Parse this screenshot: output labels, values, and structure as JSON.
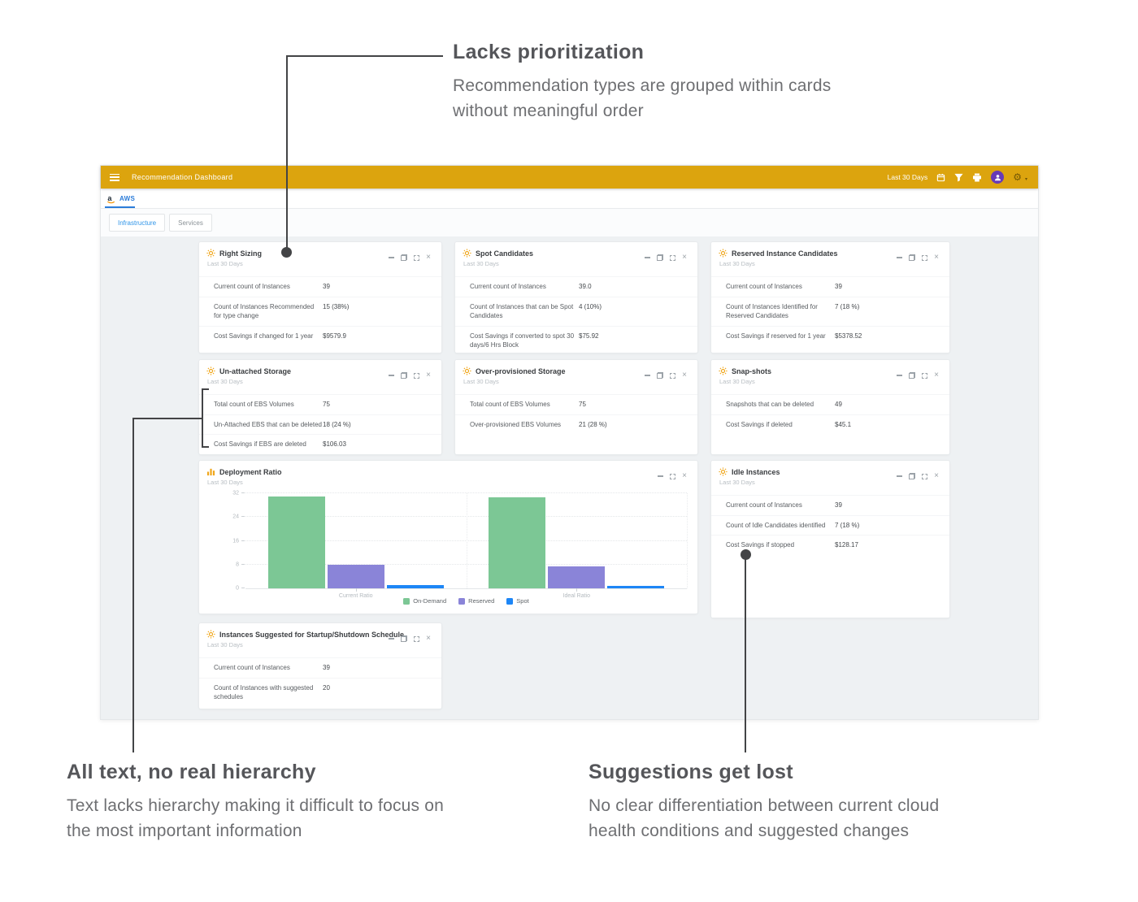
{
  "annotations": {
    "top": {
      "title": "Lacks prioritization",
      "body": "Recommendation types are grouped within cards\nwithout meaningful order"
    },
    "bottom_left": {
      "title": "All text, no real hierarchy",
      "body": "Text lacks hierarchy making it difficult to focus on\nthe most important information"
    },
    "bottom_right": {
      "title": "Suggestions get lost",
      "body": "No clear differentiation between current cloud\nhealth conditions and suggested changes"
    }
  },
  "dashboard": {
    "title": "Recommendation Dashboard",
    "date_range": "Last 30 Days",
    "provider_tab": "AWS",
    "tabs": [
      {
        "label": "Infrastructure",
        "active": true
      },
      {
        "label": "Services",
        "active": false
      }
    ],
    "cards": [
      {
        "title": "Right Sizing",
        "period": "Last 30 Days",
        "rows": [
          {
            "label": "Current count of Instances",
            "value": "39"
          },
          {
            "label": "Count of Instances Recommended for type change",
            "value": "15 (38%)"
          },
          {
            "label": "Cost Savings if changed for 1 year",
            "value": "$9579.9"
          }
        ]
      },
      {
        "title": "Spot Candidates",
        "period": "Last 30 Days",
        "rows": [
          {
            "label": "Current count of Instances",
            "value": "39.0"
          },
          {
            "label": "Count of Instances that can be Spot Candidates",
            "value": "4 (10%)"
          },
          {
            "label": "Cost Savings if converted to spot 30 days/6 Hrs Block",
            "value": "$75.92"
          }
        ]
      },
      {
        "title": "Reserved Instance Candidates",
        "period": "Last 30 Days",
        "rows": [
          {
            "label": "Current count of Instances",
            "value": "39"
          },
          {
            "label": "Count of Instances Identified for Reserved Candidates",
            "value": "7 (18 %)"
          },
          {
            "label": "Cost Savings if reserved for 1 year",
            "value": "$5378.52"
          }
        ]
      },
      {
        "title": "Un-attached Storage",
        "period": "Last 30 Days",
        "rows": [
          {
            "label": "Total count of EBS Volumes",
            "value": "75"
          },
          {
            "label": "Un-Attached EBS that can be deleted",
            "value": "18 (24 %)"
          },
          {
            "label": "Cost Savings if EBS are deleted",
            "value": "$106.03"
          }
        ]
      },
      {
        "title": "Over-provisioned Storage",
        "period": "Last 30 Days",
        "rows": [
          {
            "label": "Total count of EBS Volumes",
            "value": "75"
          },
          {
            "label": "Over-provisioned EBS Volumes",
            "value": "21 (28 %)"
          }
        ]
      },
      {
        "title": "Snap-shots",
        "period": "Last 30 Days",
        "rows": [
          {
            "label": "Snapshots that can be deleted",
            "value": "49"
          },
          {
            "label": "Cost Savings if deleted",
            "value": "$45.1"
          }
        ]
      },
      {
        "title": "Idle Instances",
        "period": "Last 30 Days",
        "rows": [
          {
            "label": "Current count of Instances",
            "value": "39"
          },
          {
            "label": "Count of Idle Candidates identified",
            "value": "7 (18 %)"
          },
          {
            "label": "Cost Savings if stopped",
            "value": "$128.17"
          }
        ]
      },
      {
        "title": "Instances Suggested for Startup/Shutdown Schedule",
        "period": "Last 30 Days",
        "rows": [
          {
            "label": "Current count of Instances",
            "value": "39"
          },
          {
            "label": "Count of Instances with suggested schedules",
            "value": "20"
          }
        ]
      }
    ],
    "chart_card": {
      "title": "Deployment Ratio",
      "period": "Last 30 Days"
    }
  },
  "chart_data": {
    "type": "bar",
    "title": "Deployment Ratio",
    "categories": [
      "Current Ratio",
      "Ideal Ratio"
    ],
    "series": [
      {
        "name": "On-Demand",
        "color": "#7cc795",
        "values": [
          31,
          30.5
        ]
      },
      {
        "name": "Reserved",
        "color": "#8a84d8",
        "values": [
          8,
          7.5
        ]
      },
      {
        "name": "Spot",
        "color": "#1d86f6",
        "values": [
          1.1,
          0.8
        ]
      }
    ],
    "ylim": [
      0,
      32
    ],
    "yticks": [
      0,
      8,
      16,
      24,
      32
    ],
    "grid": true,
    "legend_position": "bottom"
  },
  "colors": {
    "header_bg": "#dca40e",
    "avatar_bg": "#673ab7",
    "accent_blue": "#2b7cd9",
    "card_icon": "#f0a71c",
    "on_demand": "#7cc795",
    "reserved": "#8a84d8",
    "spot": "#1d86f6"
  }
}
